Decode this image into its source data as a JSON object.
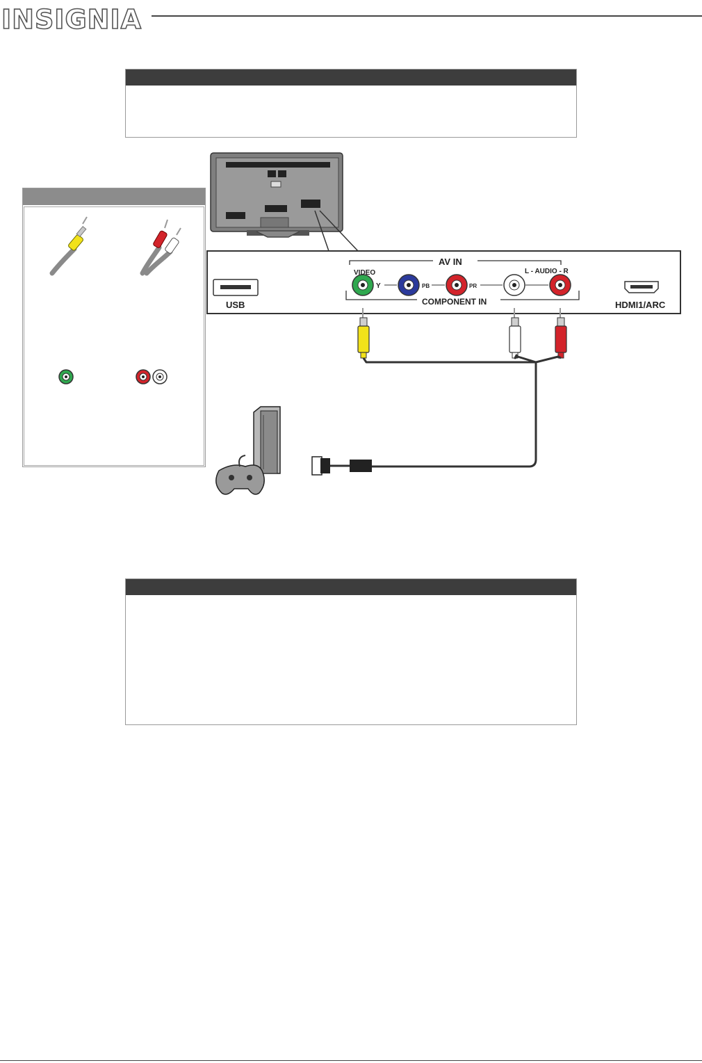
{
  "header": {
    "logo_text": "INSIGNIA"
  },
  "colors": {
    "panel_header": "#3d3d3d",
    "side_header": "#8c8c8c",
    "component_green": "#2fa84f",
    "component_blue": "#2b3a9c",
    "red": "#d3232a",
    "yellow": "#f2e21a",
    "white": "#ffffff"
  },
  "side_panel": {
    "cables": [
      "yellow-av-video-plug-icon",
      "red-white-audio-plug-icon"
    ],
    "jacks": [
      "green-video-jack-icon",
      "red-white-audio-jack-icon"
    ]
  },
  "tv_panel": {
    "usb_label": "USB",
    "av_in_label": "AV IN",
    "video_label": "VIDEO",
    "y_label": "Y",
    "pb_label": "PB",
    "pr_label": "PR",
    "audio_label": "L - AUDIO -  R",
    "component_in_label": "COMPONENT IN",
    "hdmi_label": "HDMI1/ARC"
  },
  "devices": [
    "game-console-icon",
    "game-controller-icon",
    "av-cable-connector-icon"
  ]
}
